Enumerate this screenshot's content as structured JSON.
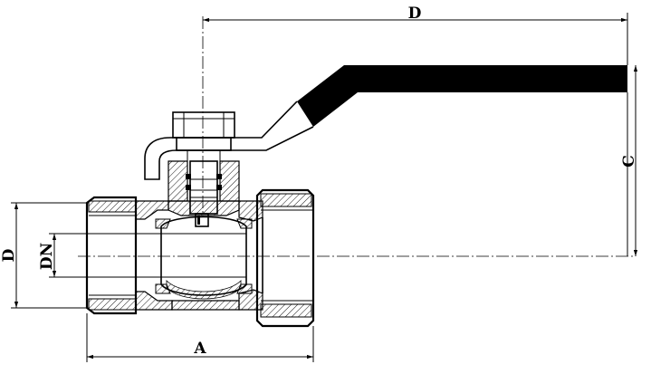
{
  "drawing": {
    "title": "",
    "dimensions": {
      "overall_length": "A",
      "handle_length": "D",
      "height": "C",
      "outer_diameter": "D",
      "nominal_diameter": "DN"
    }
  }
}
